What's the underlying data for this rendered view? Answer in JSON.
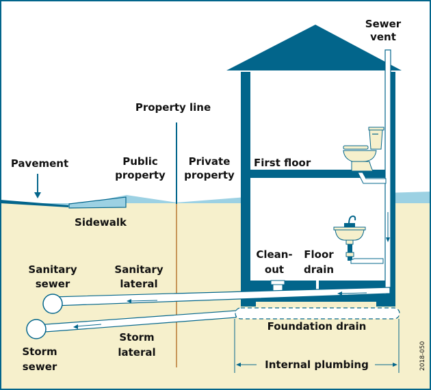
{
  "diagram": {
    "title": "Home sewer and drain plumbing diagram",
    "colors": {
      "house_blue": "#02658b",
      "soil": "#f6f0cc",
      "ground_blue": "#9cd1e3",
      "property_line_soil": "#c8975a",
      "border": "#02658b",
      "fixture_fill": "#f6f0cc"
    },
    "labels": {
      "sewer_vent_1": "Sewer",
      "sewer_vent_2": "vent",
      "property_line": "Property line",
      "pavement": "Pavement",
      "public_property_1": "Public",
      "public_property_2": "property",
      "private_property_1": "Private",
      "private_property_2": "property",
      "first_floor": "First floor",
      "sidewalk": "Sidewalk",
      "sanitary_sewer_1": "Sanitary",
      "sanitary_sewer_2": "sewer",
      "sanitary_lateral_1": "Sanitary",
      "sanitary_lateral_2": "lateral",
      "cleanout_1": "Clean-",
      "cleanout_2": "out",
      "floor_drain_1": "Floor",
      "floor_drain_2": "drain",
      "storm_lateral_1": "Storm",
      "storm_lateral_2": "lateral",
      "storm_sewer_1": "Storm",
      "storm_sewer_2": "sewer",
      "foundation_drain": "Foundation drain",
      "internal_plumbing": "Internal plumbing",
      "figure_code": "2018-050"
    }
  }
}
